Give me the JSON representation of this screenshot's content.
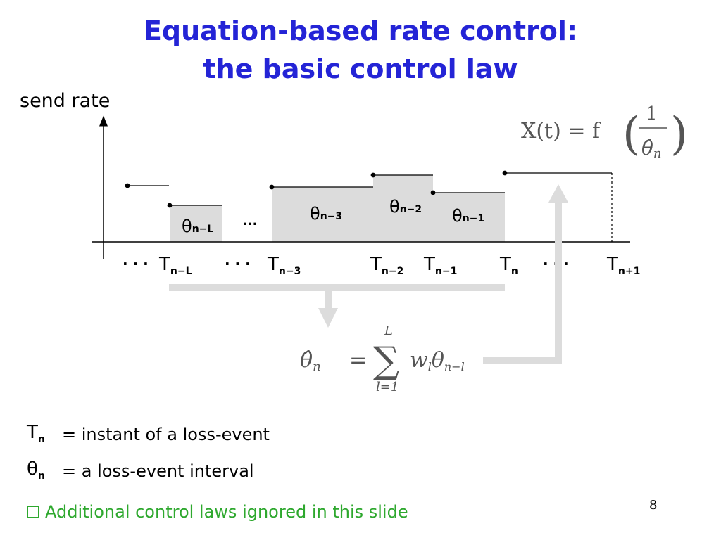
{
  "title": {
    "line1": "Equation-based rate control:",
    "line2": "the basic control law"
  },
  "axis": {
    "ylabel": "send rate"
  },
  "colors": {
    "title": "#2424d6",
    "note": "#2ea82e",
    "interval_fill": "#dcdcdc",
    "arrow": "#dcdcdc",
    "formula": "#555555"
  },
  "intervals": {
    "theta_symbol": "θ",
    "items": [
      {
        "sub": "n−L"
      },
      {
        "sub": "n−3"
      },
      {
        "sub": "n−2"
      },
      {
        "sub": "n−1"
      }
    ],
    "between_ellipsis": "..."
  },
  "timeline": {
    "T": "T",
    "ellipsis": "· · ·",
    "ticks": [
      {
        "sub": "n−L"
      },
      {
        "sub": "n−3"
      },
      {
        "sub": "n−2"
      },
      {
        "sub": "n−1"
      },
      {
        "sub": "n"
      },
      {
        "sub": "n+1"
      }
    ]
  },
  "formula_rate": {
    "lhs": "X(t) = f",
    "num": "1",
    "den_theta": "θ̂",
    "den_sub": "n"
  },
  "formula_avg": {
    "lhs_theta": "θ̂",
    "lhs_sub": "n",
    "eq": "=",
    "sum": "∑",
    "upper": "L",
    "lower": "l=1",
    "w": "w",
    "w_sub": "l",
    "theta": "θ",
    "theta_sub": "n−l"
  },
  "legend": [
    {
      "symbol": "T",
      "sub": "n",
      "desc": "= instant of a loss-event"
    },
    {
      "symbol": "θ",
      "sub": "n",
      "desc": "= a loss-event interval"
    }
  ],
  "note": "Additional control laws ignored in this slide",
  "page_number": "8"
}
